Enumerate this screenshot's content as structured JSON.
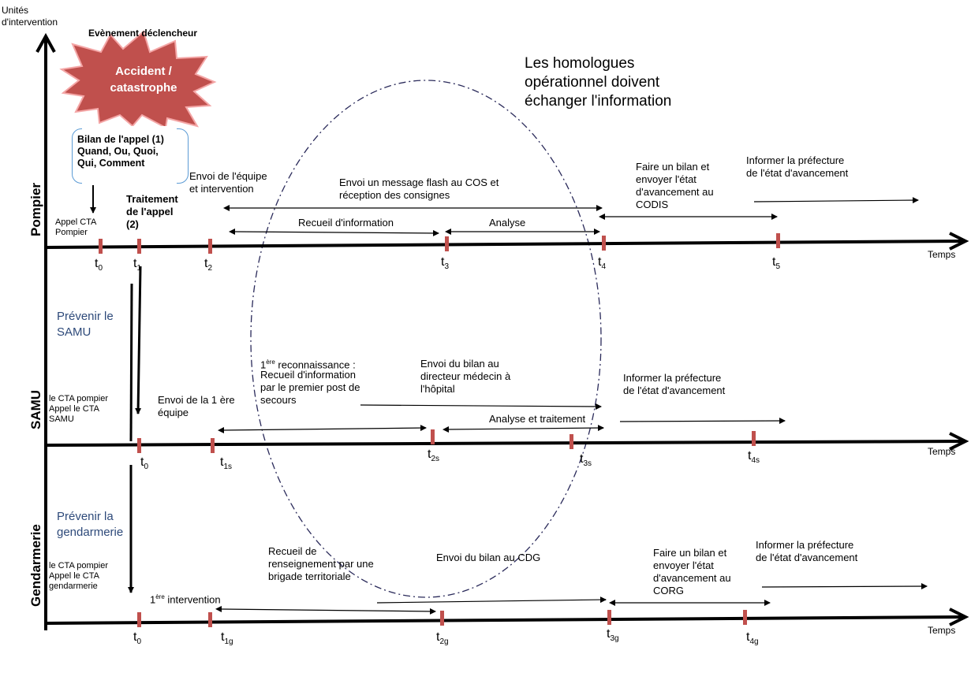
{
  "axis": {
    "y_label": "Unités\nd'intervention",
    "x_label": "Temps"
  },
  "trigger": {
    "title": "Evènement déclencheur",
    "event": "Accident /\ncatastrophe"
  },
  "homologues_note": "Les homologues\nopérationnel doivent\néchanger l'information",
  "lanes": [
    {
      "name": "Pompier",
      "call_summary": "Bilan de l'appel (1)\nQuand, Ou, Quoi,\nQui, Comment",
      "call_label": "Appel  CTA\nPompier",
      "processing": "Traitement\nde l'appel\n(2)",
      "ticks": [
        {
          "base": "t",
          "sub": "0"
        },
        {
          "base": "t",
          "sub": "1"
        },
        {
          "base": "t",
          "sub": "2"
        },
        {
          "base": "t",
          "sub": "3"
        },
        {
          "base": "t",
          "sub": "4"
        },
        {
          "base": "t",
          "sub": "5"
        }
      ],
      "activities": {
        "team": "Envoi de l'équipe\net intervention",
        "flash": "Envoi  un message flash au COS et\nréception des consignes",
        "recueil": "Recueil  d'information",
        "analyse": "Analyse",
        "bilan": "Faire un bilan et\nenvoyer  l'état\nd'avancement au\nCODIS",
        "prefecture": "Informer la préfecture\nde  l'état d'avancement"
      }
    },
    {
      "name": "SAMU",
      "warn": "Prévenir le\nSAMU",
      "call_label": "le CTA pompier\nAppel  le CTA\nSAMU",
      "ticks": [
        {
          "base": "t",
          "sub": "0"
        },
        {
          "base": "t",
          "sub": "1s"
        },
        {
          "base": "t",
          "sub": "2s"
        },
        {
          "base": "t",
          "sub": "3s"
        },
        {
          "base": "t",
          "sub": "4s"
        }
      ],
      "activities": {
        "team": "Envoi de la 1 ère\néquipe",
        "reco_sup": "ère",
        "reco_a": "1",
        "reco_b": " reconnaissance :",
        "reco_rest": "Recueil  d'information\npar le premier post  de\nsecours",
        "bilan": "Envoi du bilan au\ndirecteur médecin à\nl'hôpital",
        "analyse": "Analyse et traitement",
        "prefecture": "Informer la préfecture\nde  l'état d'avancement"
      }
    },
    {
      "name": "Gendarmerie",
      "warn": "Prévenir la\ngendarmerie",
      "call_label": "le CTA pompier\nAppel  le CTA\ngendarmerie",
      "ticks": [
        {
          "base": "t",
          "sub": "0"
        },
        {
          "base": "t",
          "sub": "1g"
        },
        {
          "base": "t",
          "sub": "2g"
        },
        {
          "base": "t",
          "sub": "3g"
        },
        {
          "base": "t",
          "sub": "4g"
        }
      ],
      "activities": {
        "inter_a": "1",
        "inter_sup": "ère",
        "inter_b": " intervention",
        "recueil": "Recueil  de\nrenseignement par une\nbrigade territoriale",
        "bilan_cdg": "Envoi du bilan au CDG",
        "bilan": "Faire un bilan et\nenvoyer  l'état\nd'avancement au\nCORG",
        "prefecture": "Informer la préfecture\nde  l'état d'avancement"
      }
    }
  ],
  "colors": {
    "axis": "#000000",
    "tick": "#c0504d",
    "star_fill": "#c0504d",
    "star_stroke": "#f4a6a6",
    "ellipse": "#2a2a5a",
    "bracket": "#5b9bd5",
    "warn_text": "#2e4a7a"
  }
}
